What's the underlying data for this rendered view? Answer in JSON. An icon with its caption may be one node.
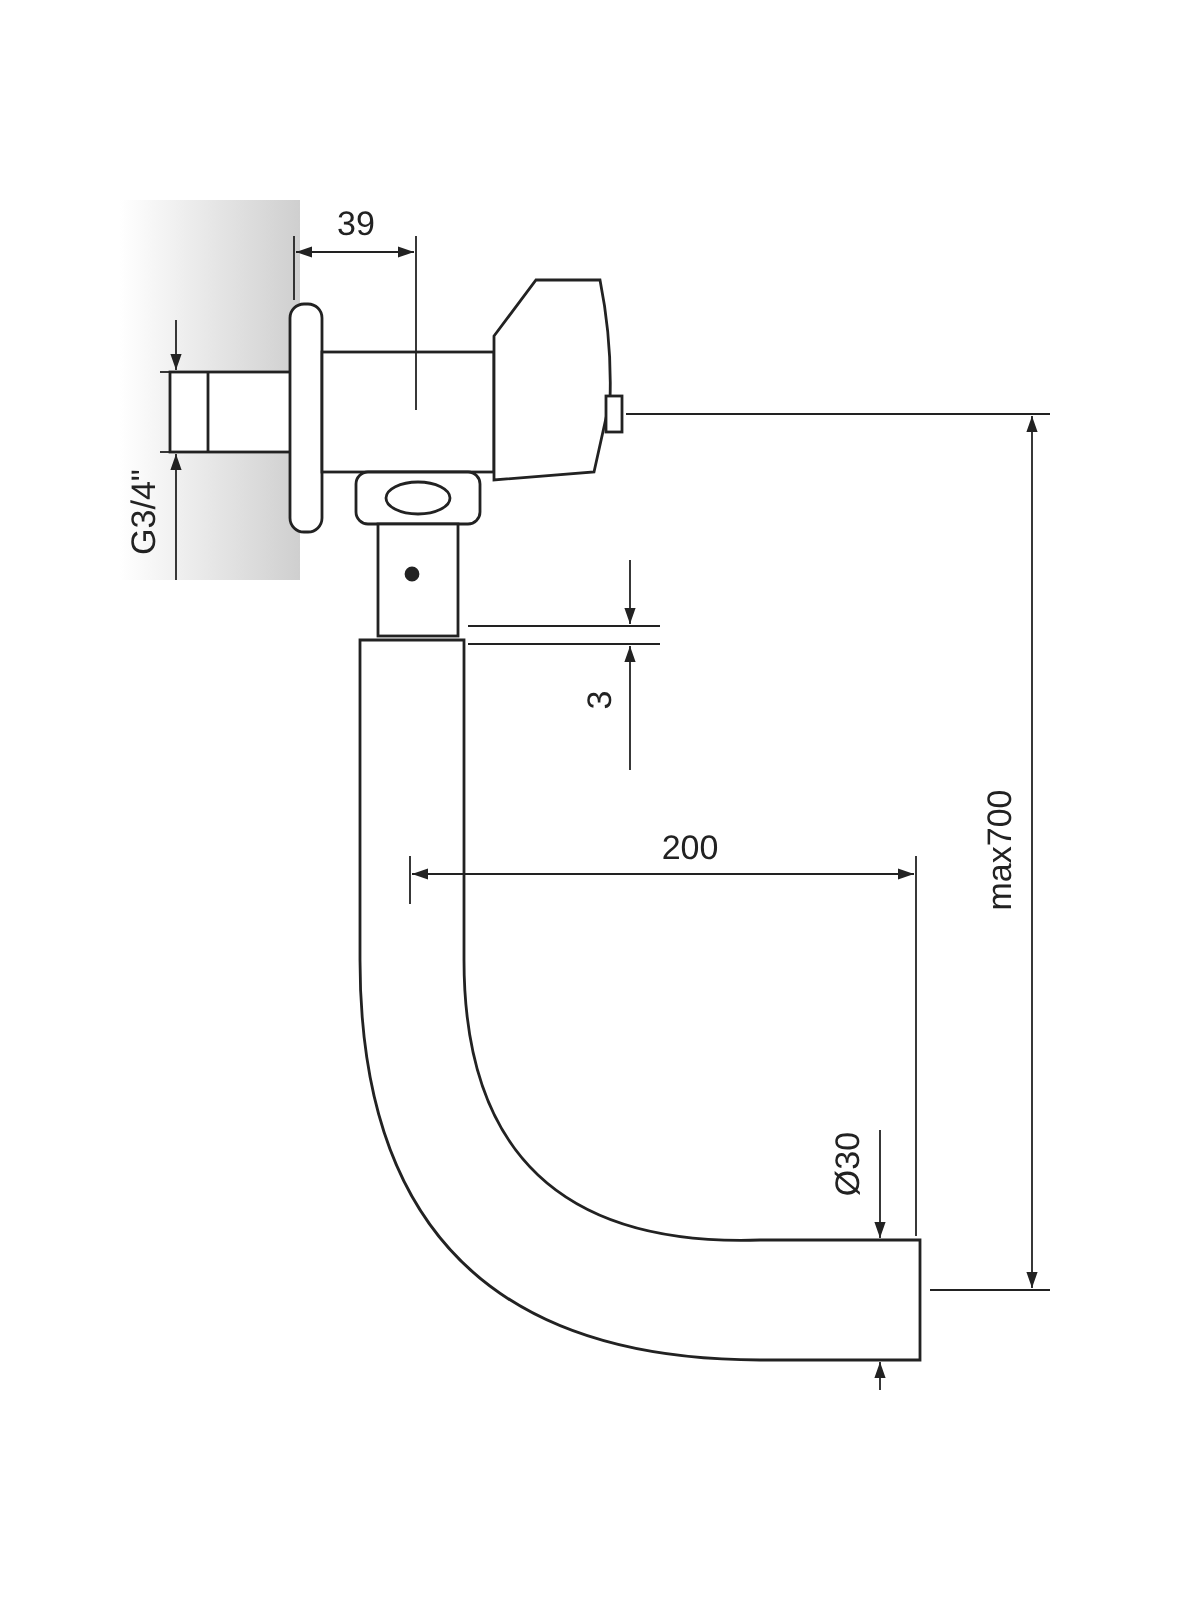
{
  "diagram": {
    "labels": [
      "39",
      "G3/4\"",
      "3",
      "200",
      "max700",
      "Ø30"
    ]
  }
}
